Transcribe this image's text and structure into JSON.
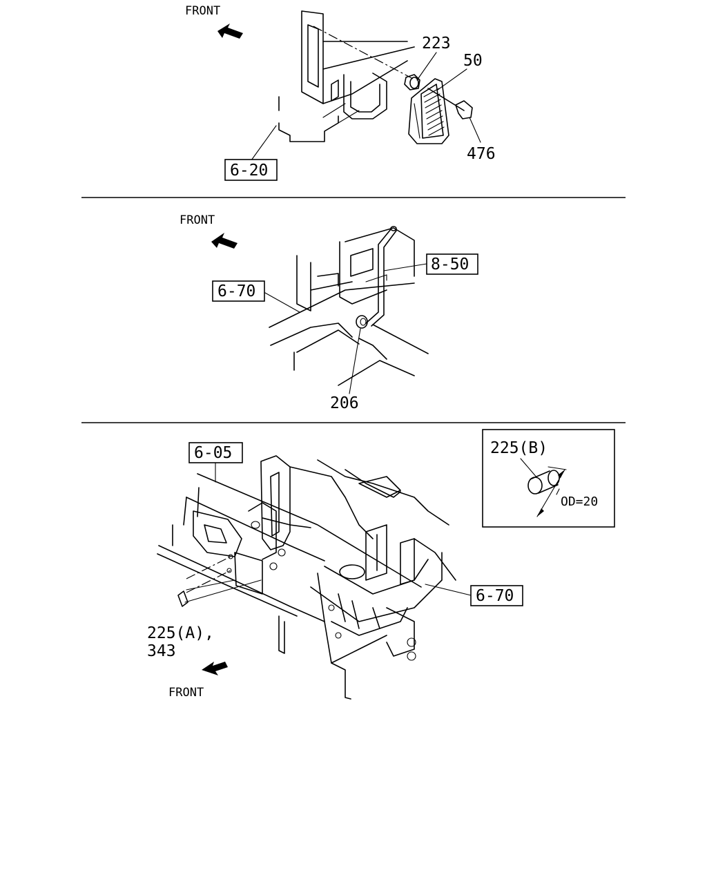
{
  "panels": [
    {
      "front_label": "FRONT",
      "callouts": [
        "223",
        "50",
        "476"
      ],
      "boxed_refs": [
        "6-20"
      ]
    },
    {
      "front_label": "FRONT",
      "callouts": [
        "206"
      ],
      "boxed_refs": [
        "8-50",
        "6-70"
      ]
    },
    {
      "front_label": "FRONT",
      "callouts": [
        "225(A),",
        "343"
      ],
      "boxed_refs": [
        "6-05",
        "6-70"
      ],
      "inset": {
        "part": "225(B)",
        "dimension": "OD=20"
      }
    }
  ]
}
